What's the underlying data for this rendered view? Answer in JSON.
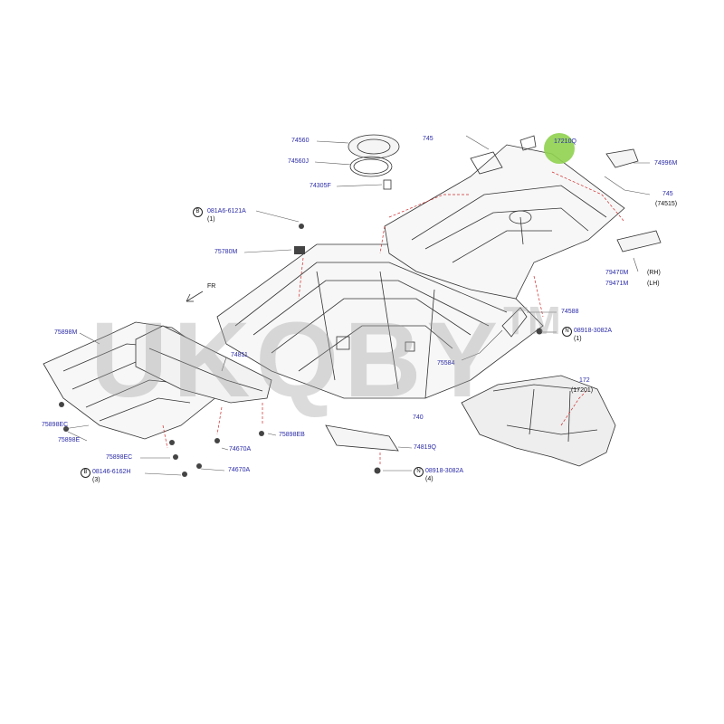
{
  "watermark": {
    "text": "UKQBY",
    "mark": "TM"
  },
  "highlight_color": "#8fd14f",
  "label_color": "#2a2aa8",
  "labels": {
    "p74560": "74560",
    "p74560j": "74560J",
    "p74305f": "74305F",
    "p745a": "745",
    "p17210q": "17210Q",
    "p74996m": "74996M",
    "p745b": "745",
    "p74515": "(74515)",
    "b081a6": "081A6-6121A",
    "b081a6_qty": "(1)",
    "p75780m": "75780M",
    "p79470m": "79470M",
    "rh": "(RH)",
    "p79471m": "79471M",
    "lh": "(LH)",
    "p74588": "74588",
    "n08918a": "08918-3082A",
    "n08918a_qty": "(1)",
    "p75898m": "75898M",
    "p74811": "74811",
    "p75584": "75584",
    "p172": "172",
    "p17201": "(17201)",
    "p75898ec_a": "75898EC",
    "p75898e": "75898E",
    "p75898ec_b": "75898EC",
    "p75898eb": "75898EB",
    "p74670a_a": "74670A",
    "p74670a_b": "74670A",
    "p740": "740",
    "p74819q": "74819Q",
    "b08146": "08146-6162H",
    "b08146_qty": "(3)",
    "n08918b": "08918-3082A",
    "n08918b_qty": "(4)",
    "b_letter": "B",
    "n_letter": "N",
    "front_arrow_text": "FR"
  }
}
